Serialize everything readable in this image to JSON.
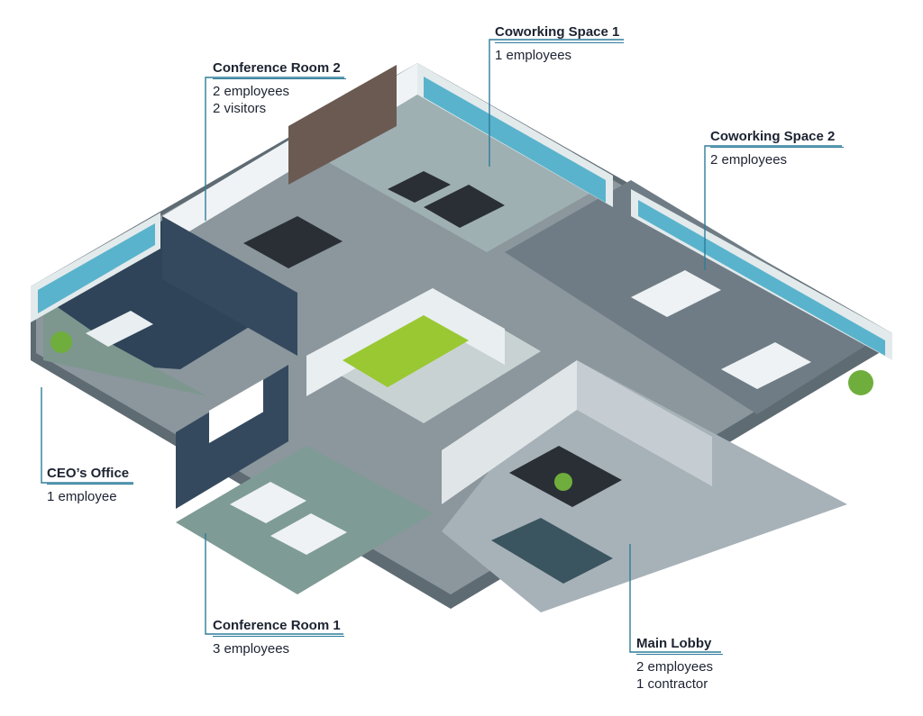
{
  "colors": {
    "leader": "#2e7d9a",
    "label_text": "#1c2331",
    "floor_dark": "#5e6b73",
    "floor_light": "#a7b2b8",
    "floor_green": "#7f9b95",
    "wall_white": "#e9eef1",
    "wall_navy": "#35495e",
    "window_blue": "#5ab3cc",
    "accent_green": "#9ac832",
    "brick": "#6b5a52"
  },
  "rooms": [
    {
      "id": "conference-room-2",
      "name": "Conference Room 2",
      "details": [
        "2 employees",
        "2 visitors"
      ]
    },
    {
      "id": "coworking-space-1",
      "name": "Coworking Space 1",
      "details": [
        "1 employees"
      ]
    },
    {
      "id": "coworking-space-2",
      "name": "Coworking Space 2",
      "details": [
        "2 employees"
      ]
    },
    {
      "id": "ceos-office",
      "name": "CEO’s Office",
      "details": [
        "1 employee"
      ]
    },
    {
      "id": "conference-room-1",
      "name": "Conference Room 1",
      "details": [
        "3 employees"
      ]
    },
    {
      "id": "main-lobby",
      "name": "Main Lobby",
      "details": [
        "2 employees",
        "1 contractor"
      ]
    }
  ]
}
